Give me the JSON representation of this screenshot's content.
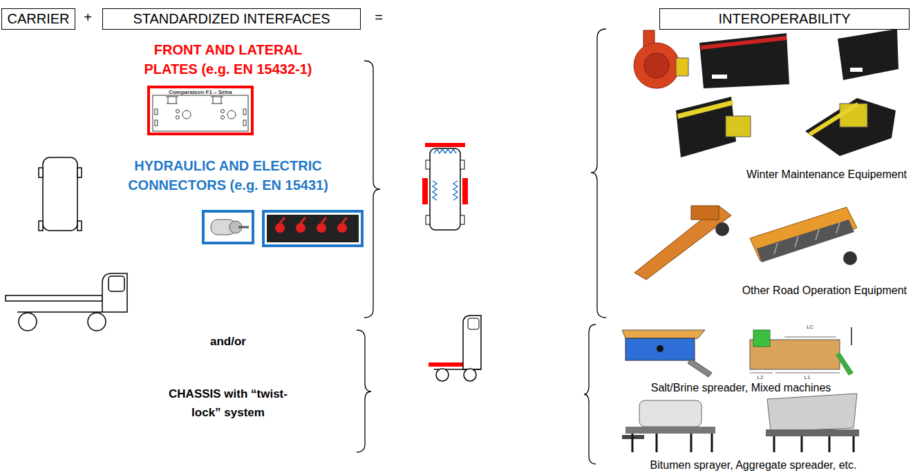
{
  "diagram": {
    "nodes": [
      {
        "text": [
          "CARRIER"
        ]
      },
      {
        "text": [
          "STANDARDIZED INTERFACES"
        ]
      },
      {
        "text": [
          "INTEROPERABILITY"
        ]
      },
      {
        "text": [
          "Comparaison F1 – Sétra"
        ]
      }
    ],
    "labels": [
      "+",
      "=",
      "FRONT AND LATERAL PLATES (e.g. EN 15432-1)",
      "HYDRAULIC AND ELECTRIC CONNECTORS (e.g. EN 15431)",
      "and/or",
      "CHASSIS with “twist-lock” system",
      "Winter Maintenance Equipement",
      "Other Road Operation Equipment",
      "LC",
      "L2",
      "L1",
      "Salt/Brine spreader, Mixed machines",
      "Bitumen sprayer, Aggregate spreader, etc."
    ]
  }
}
